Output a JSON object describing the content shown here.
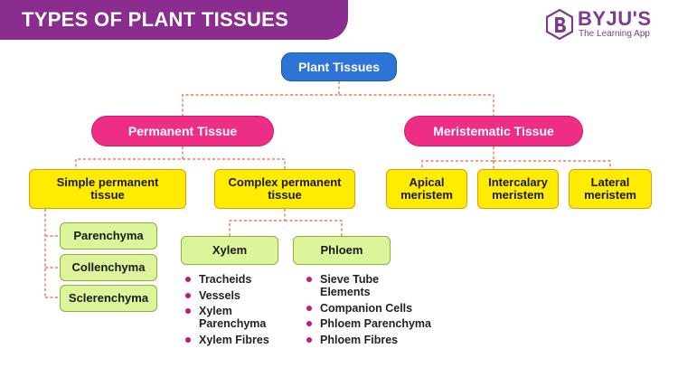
{
  "header": {
    "title": "TYPES OF PLANT TISSUES"
  },
  "brand": {
    "name": "BYJU'S",
    "tagline": "The Learning App",
    "mark_letter": "B"
  },
  "colors": {
    "banner": "#8a2d8f",
    "root": "#2d74d6",
    "level1": "#ee2e84",
    "level2": "#ffec00",
    "leaf": "#dcf59a",
    "connector": "#f07a4d",
    "bullet": "#c2187b"
  },
  "diagram": {
    "root": "Plant Tissues",
    "permanent": {
      "label": "Permanent Tissue",
      "simple": {
        "label": "Simple permanent tissue",
        "items": [
          "Parenchyma",
          "Collenchyma",
          "Sclerenchyma"
        ]
      },
      "complex": {
        "label": "Complex permanent tissue",
        "xylem": {
          "label": "Xylem",
          "items": [
            "Tracheids",
            "Vessels",
            "Xylem Parenchyma",
            "Xylem Fibres"
          ]
        },
        "phloem": {
          "label": "Phloem",
          "items": [
            "Sieve Tube Elements",
            "Companion Cells",
            "Phloem Parenchyma",
            "Phloem Fibres"
          ]
        }
      }
    },
    "meristematic": {
      "label": "Meristematic Tissue",
      "items": [
        "Apical meristem",
        "Intercalary meristem",
        "Lateral meristem"
      ]
    }
  }
}
